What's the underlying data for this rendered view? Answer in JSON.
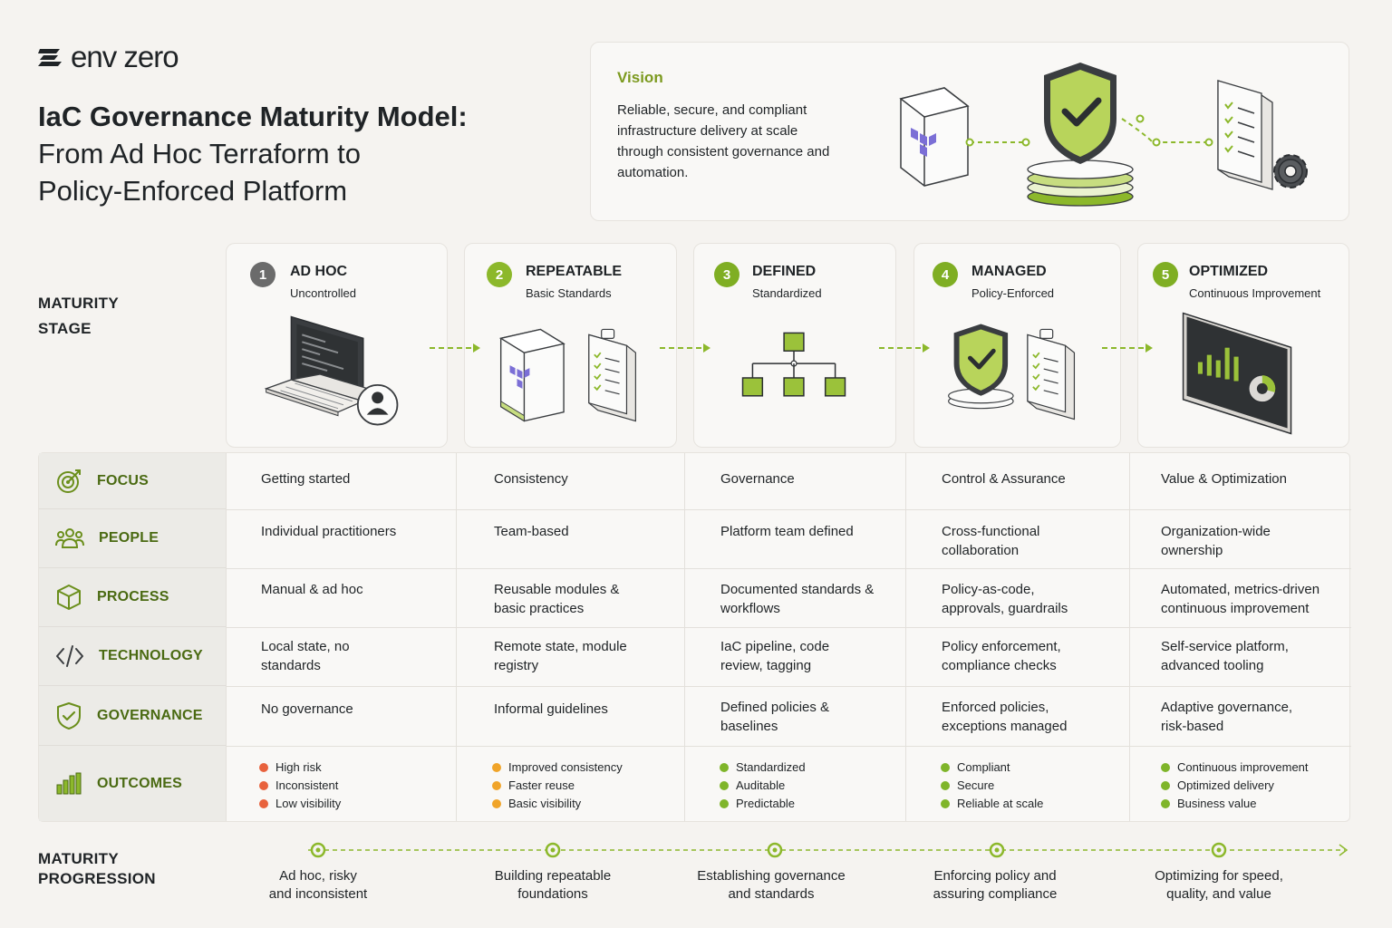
{
  "brand": {
    "name": "env zero",
    "accent": "#8cb82b",
    "dark_green": "#4a6a12"
  },
  "title": {
    "line1": "IaC Governance Maturity Model:",
    "line2": "From Ad Hoc Terraform to",
    "line3": "Policy-Enforced Platform"
  },
  "vision": {
    "heading": "Vision",
    "text": "Reliable, secure, and compliant infrastructure delivery at scale through consistent governance and automation.",
    "icons": [
      "terraform-cube-icon",
      "shield-check-icon",
      "checklist-gear-icon"
    ]
  },
  "left_labels": {
    "stage_line1": "MATURITY",
    "stage_line2": "STAGE",
    "progression_line1": "MATURITY",
    "progression_line2": "PROGRESSION"
  },
  "stages": [
    {
      "num": "1",
      "title": "AD HOC",
      "subtitle": "Uncontrolled",
      "color": "#6b6b6b",
      "icon": "laptop-user-icon"
    },
    {
      "num": "2",
      "title": "REPEATABLE",
      "subtitle": "Basic Standards",
      "color": "#8cb82b",
      "icon": "cube-checklist-icon"
    },
    {
      "num": "3",
      "title": "DEFINED",
      "subtitle": "Standardized",
      "color": "#7fae23",
      "icon": "hierarchy-icon"
    },
    {
      "num": "4",
      "title": "MANAGED",
      "subtitle": "Policy-Enforced",
      "color": "#7fae23",
      "icon": "shield-checklist-icon"
    },
    {
      "num": "5",
      "title": "OPTIMIZED",
      "subtitle": "Continuous Improvement",
      "color": "#7fae23",
      "icon": "dashboard-monitor-icon"
    }
  ],
  "rows": [
    {
      "label": "FOCUS",
      "icon": "target-icon",
      "cells": [
        "Getting started",
        "Consistency",
        "Governance",
        "Control & Assurance",
        "Value & Optimization"
      ]
    },
    {
      "label": "PEOPLE",
      "icon": "people-icon",
      "cells": [
        "Individual practitioners",
        "Team-based",
        "Platform team defined",
        "Cross-functional collaboration",
        "Organization-wide ownership"
      ]
    },
    {
      "label": "PROCESS",
      "icon": "cube-outline-icon",
      "cells": [
        "Manual & ad hoc",
        "Reusable modules & basic practices",
        "Documented standards & workflows",
        "Policy-as-code, approvals, guardrails",
        "Automated, metrics-driven continuous improvement"
      ]
    },
    {
      "label": "TECHNOLOGY",
      "icon": "code-icon",
      "cells": [
        "Local state, no standards",
        "Remote state, module registry",
        "IaC pipeline, code review, tagging",
        "Policy enforcement, compliance checks",
        "Self-service platform, advanced tooling"
      ]
    },
    {
      "label": "GOVERNANCE",
      "icon": "shield-outline-icon",
      "cells": [
        "No governance",
        "Informal guidelines",
        "Defined policies & baselines",
        "Enforced policies, exceptions managed",
        "Adaptive governance, risk-based"
      ]
    }
  ],
  "outcomes": {
    "label": "OUTCOMES",
    "icon": "bar-chart-icon",
    "columns": [
      {
        "color": "#e8623d",
        "items": [
          "High risk",
          "Inconsistent",
          "Low visibility"
        ]
      },
      {
        "color": "#f0a429",
        "items": [
          "Improved consistency",
          "Faster reuse",
          "Basic visibility"
        ]
      },
      {
        "color": "#7fb52a",
        "items": [
          "Standardized",
          "Auditable",
          "Predictable"
        ]
      },
      {
        "color": "#7fb52a",
        "items": [
          "Compliant",
          "Secure",
          "Reliable at scale"
        ]
      },
      {
        "color": "#7fb52a",
        "items": [
          "Continuous improvement",
          "Optimized delivery",
          "Business value"
        ]
      }
    ]
  },
  "progression": [
    {
      "line1": "Ad hoc, risky",
      "line2": "and inconsistent"
    },
    {
      "line1": "Building repeatable",
      "line2": "foundations"
    },
    {
      "line1": "Establishing governance",
      "line2": "and standards"
    },
    {
      "line1": "Enforcing policy and",
      "line2": "assuring compliance"
    },
    {
      "line1": "Optimizing for speed,",
      "line2": "quality, and value"
    }
  ]
}
